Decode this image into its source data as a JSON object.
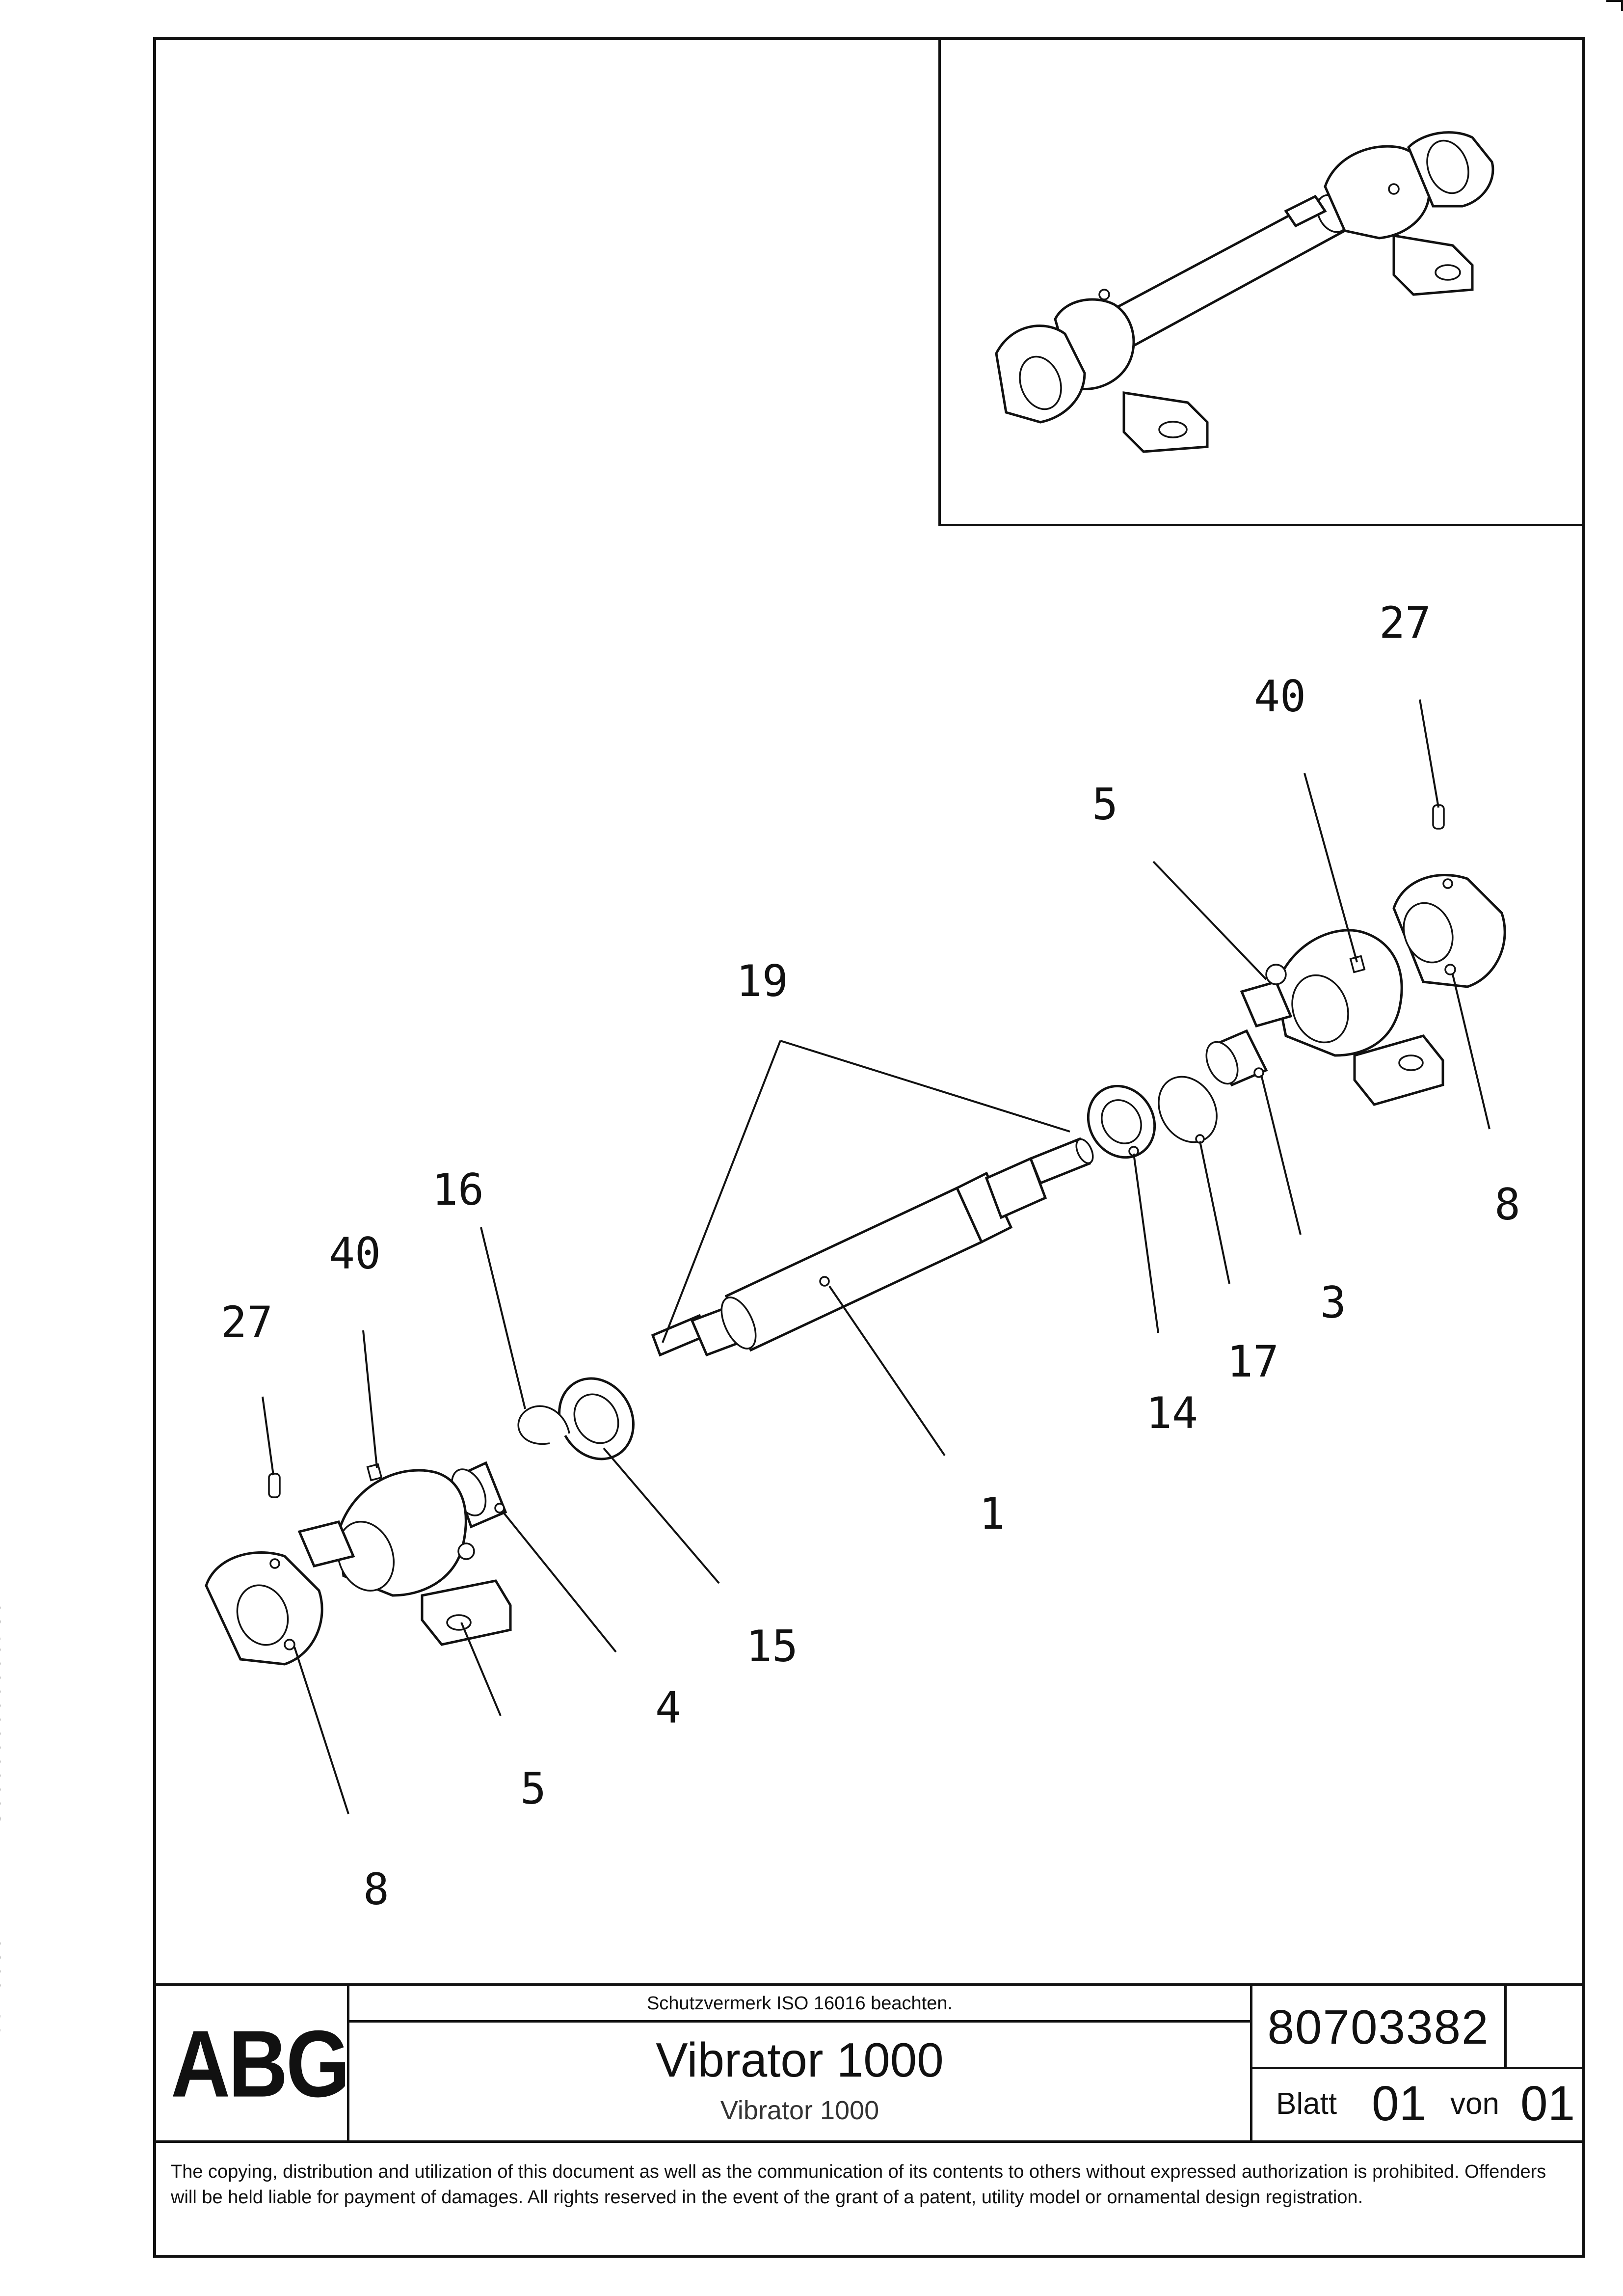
{
  "drawing": {
    "callouts": {
      "shaft": "1",
      "spacer_right": "3",
      "spacer_left": "4",
      "bearing_housing_right": "5",
      "bearing_housing_left": "5",
      "coupling_right": "8",
      "coupling_left": "8",
      "bearing_right": "14",
      "bearing_left": "15",
      "circlip_left": "16",
      "circlip_right": "17",
      "keys": "19",
      "grease_nipple_right": "27",
      "grease_nipple_left": "27",
      "fitting_right": "40",
      "fitting_left": "40"
    }
  },
  "title_block": {
    "logo": "ABG",
    "protection_note": "Schutzvermerk ISO 16016 beachten.",
    "title": "Vibrator 1000",
    "subtitle": "Vibrator 1000",
    "drawing_number": "80703382",
    "sheet_label": "Blatt",
    "sheet_number": "01",
    "of_label": "von",
    "sheet_total": "01"
  },
  "copyright_notice": "The copying, distribution and utilization of this document as well as the communication of its contents to others without expressed authorization is prohibited. Offenders will be held liable for payment of damages. All rights reserved in the event of the grant of a patent, utility model or ornamental design registration.",
  "side_code": "TIFF20080421142415000000000000FU0"
}
